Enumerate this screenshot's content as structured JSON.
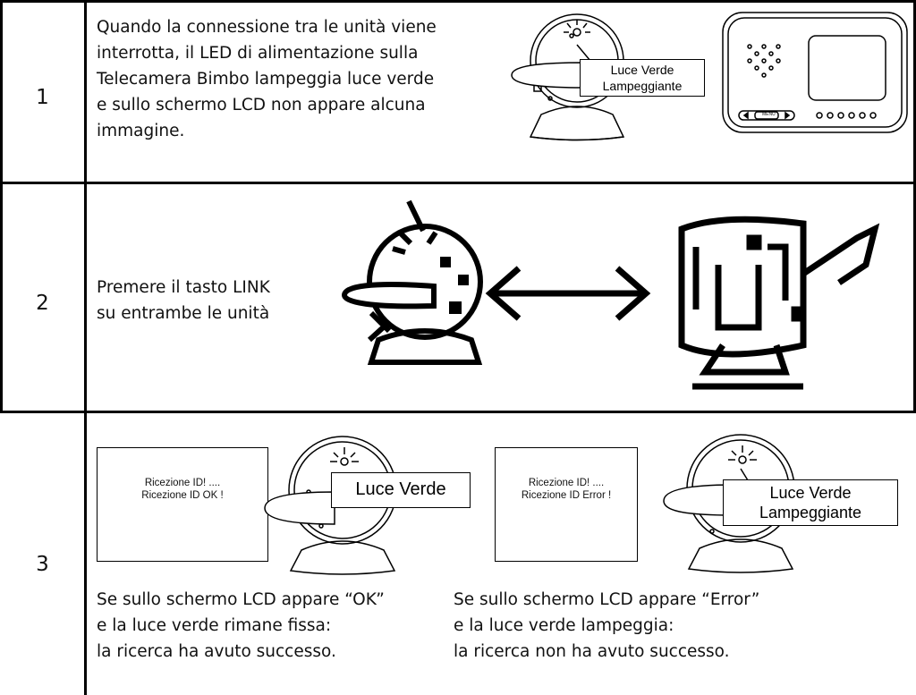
{
  "rows": [
    {
      "number": "1",
      "text_lines": [
        "Quando la connessione tra le unità viene",
        "interrotta, il LED di alimentazione sulla",
        "Telecamera Bimbo lampeggia luce verde",
        "e sullo schermo LCD non appare alcuna",
        "immagine."
      ],
      "callout_lines": [
        "Luce Verde",
        "Lampeggiante"
      ],
      "monitor_menu_label": "MENU"
    },
    {
      "number": "2",
      "text_lines": [
        "Premere il tasto LINK",
        "su entrambe le unità"
      ]
    },
    {
      "number": "3",
      "ok_case": {
        "lcd_lines": [
          "Ricezione ID! ....",
          "Ricezione ID OK !"
        ],
        "callout": "Luce Verde",
        "caption_lines": [
          "Se sullo schermo LCD appare “OK”",
          "e la luce verde rimane fissa:",
          "la ricerca ha avuto successo."
        ]
      },
      "error_case": {
        "lcd_lines": [
          "Ricezione ID! ....",
          "Ricezione ID Error !"
        ],
        "callout_lines": [
          "Luce Verde",
          "Lampeggiante"
        ],
        "caption_lines": [
          "Se sullo schermo LCD appare “Error”",
          "e la luce verde lampeggia:",
          "la ricerca non ha avuto successo."
        ]
      }
    }
  ],
  "icons": {
    "camera": "baby-camera-icon",
    "monitor": "parent-monitor-icon",
    "arrow": "double-arrow-icon"
  }
}
